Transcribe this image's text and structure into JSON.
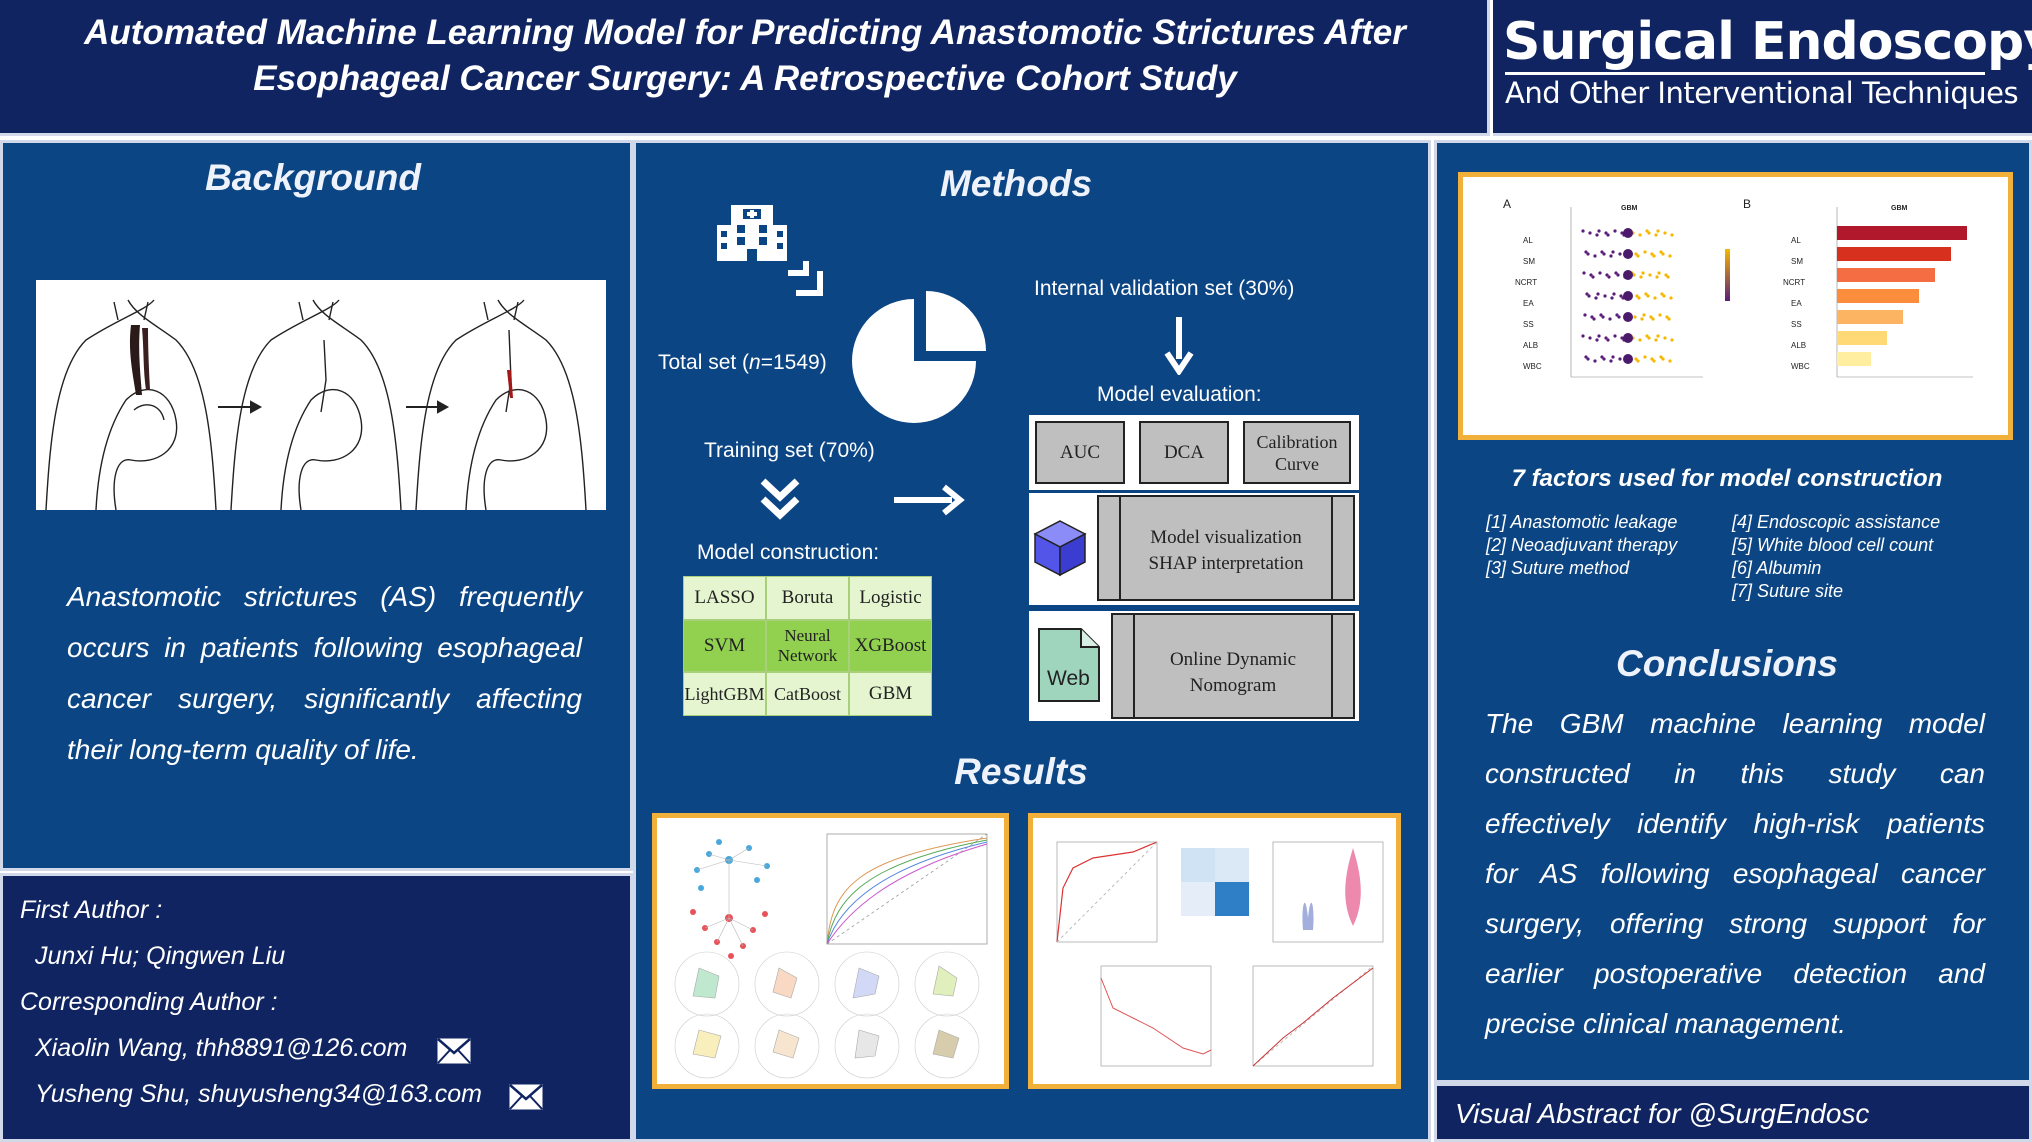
{
  "header": {
    "title_line1": "Automated Machine Learning Model for Predicting Anastomotic Strictures After",
    "title_line2": "Esophageal Cancer Surgery: A Retrospective Cohort Study",
    "journal_name": "Surgical Endoscopy",
    "journal_subtitle": "And Other Interventional Techniques"
  },
  "background": {
    "heading": "Background",
    "text_lines": [
      "Anastomotic strictures (AS) frequently",
      "occurs in patients following esophageal",
      "cancer surgery, significantly affecting",
      "their long-term quality of life."
    ]
  },
  "authors": {
    "first_author_label": "First Author :",
    "first_authors": "Junxi Hu; Qingwen Liu",
    "corresponding_label": "Corresponding Author :",
    "corr1": "Xiaolin Wang, thh8891@126.com",
    "corr2": "Yusheng Shu, shuyusheng34@163.com"
  },
  "methods": {
    "heading": "Methods",
    "total_set_prefix": "Total set  (",
    "total_set_n": "n",
    "total_set_suffix": "=1549)",
    "internal_validation": "Internal validation set (30%)",
    "training_set": "Training set (70%)",
    "model_evaluation": "Model evaluation:",
    "model_construction": "Model construction:",
    "models": [
      [
        "LASSO",
        "Boruta",
        "Logistic"
      ],
      [
        "SVM",
        "Neural Network",
        "XGBoost"
      ],
      [
        "LightGBM",
        "CatBoost",
        "GBM"
      ]
    ],
    "eval_boxes": [
      "AUC",
      "DCA",
      "Calibration Curve"
    ],
    "vis_line1": "Model visualization",
    "vis_line2": "SHAP interpretation",
    "web_label": "Web",
    "nomogram_line1": "Online Dynamic",
    "nomogram_line2": "Nomogram"
  },
  "results": {
    "heading": "Results"
  },
  "factors": {
    "heading": "7 factors used for model construction",
    "left": [
      "[1] Anastomotic leakage",
      "[2] Neoadjuvant therapy",
      "[3] Suture method"
    ],
    "right": [
      "[4] Endoscopic assistance",
      "[5] White blood cell count",
      "[6] Albumin",
      "[7] Suture site"
    ],
    "shap_panel_a": "A",
    "shap_panel_b": "B",
    "shap_title": "GBM",
    "shap_features": [
      "AL",
      "SM",
      "NCRT",
      "EA",
      "SS",
      "ALB",
      "WBC"
    ]
  },
  "conclusions": {
    "heading": "Conclusions",
    "lines": [
      "The GBM machine learning model",
      "constructed in this study can",
      "effectively identify high-risk patients",
      "for AS following esophageal cancer",
      "surgery, offering strong support for",
      "earlier postoperative detection and",
      "precise clinical management."
    ]
  },
  "footer": {
    "visual_abstract": "Visual Abstract for @SurgEndosc"
  },
  "colors": {
    "navy": "#0f2460",
    "blue": "#0c4584",
    "gold": "#f0b03a",
    "green_light": "#e4f5cf",
    "green": "#92d050"
  }
}
